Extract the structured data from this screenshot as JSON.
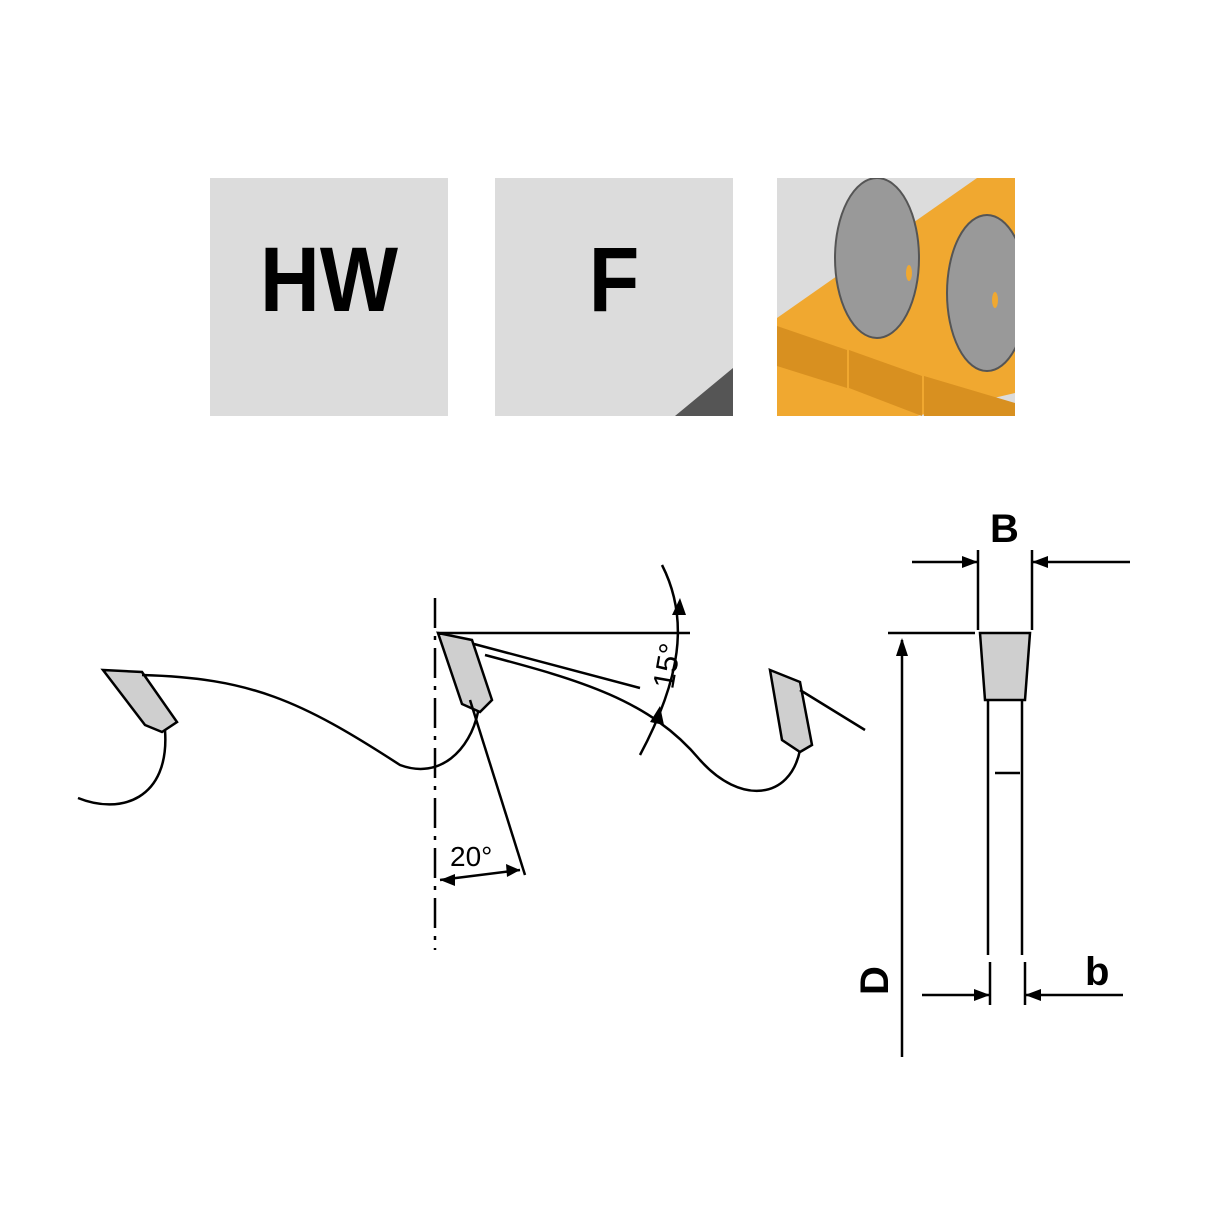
{
  "icons": {
    "material": {
      "label": "HW"
    },
    "application": {
      "label": "F"
    },
    "usage": {
      "name": "multi-rip-sawing-icon"
    }
  },
  "tooth_geometry": {
    "clearance_angle": "15°",
    "hook_angle": "20°"
  },
  "blade_dimensions": {
    "kerf_width": "B",
    "diameter": "D",
    "plate_thickness": "b"
  },
  "colors": {
    "tile": "#dcdcdc",
    "wood": "#f0a830",
    "blade": "#9a9a9a",
    "tip": "#cfcfcf"
  }
}
